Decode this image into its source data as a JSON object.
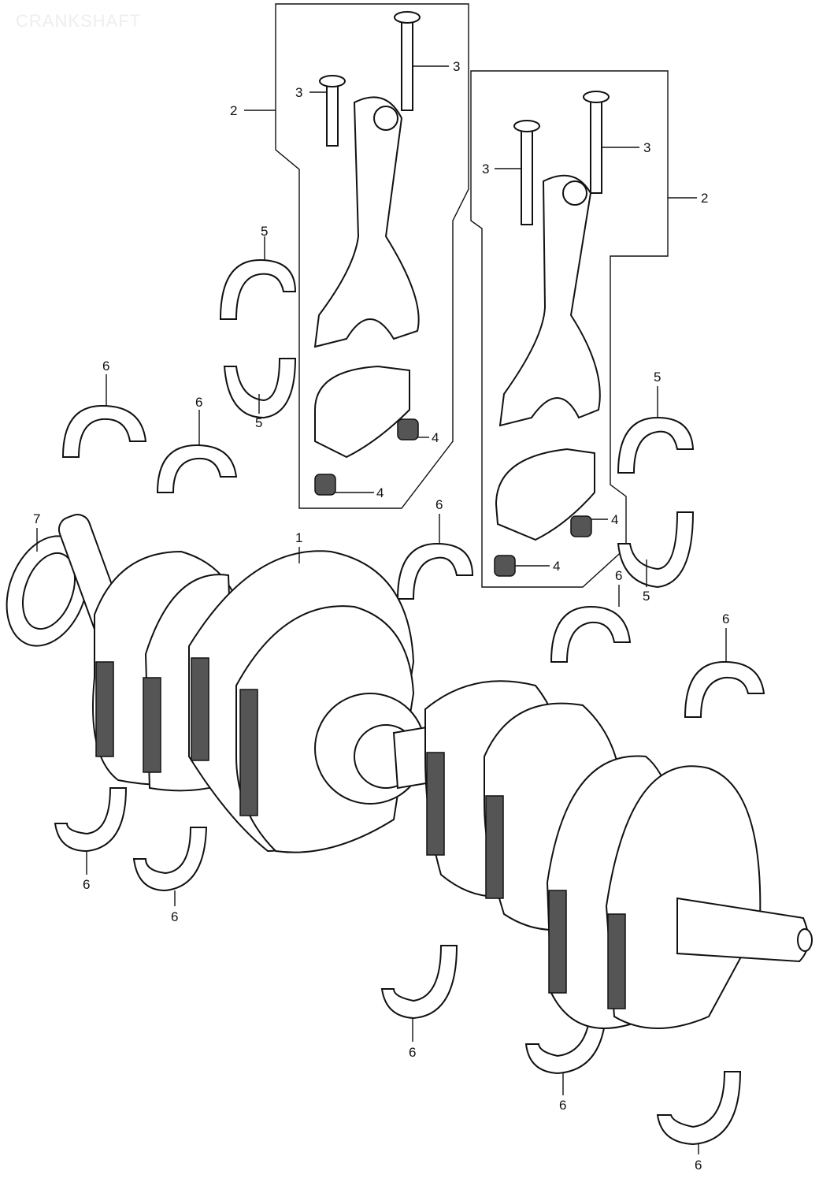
{
  "watermark": "CRANKSHAFT",
  "callouts": [
    "2",
    "3",
    "3",
    "5",
    "5",
    "6",
    "6",
    "4",
    "4",
    "7",
    "1",
    "3",
    "3",
    "2",
    "5",
    "6",
    "4",
    "4",
    "6",
    "5",
    "6",
    "6",
    "6",
    "6",
    "6",
    "6"
  ]
}
